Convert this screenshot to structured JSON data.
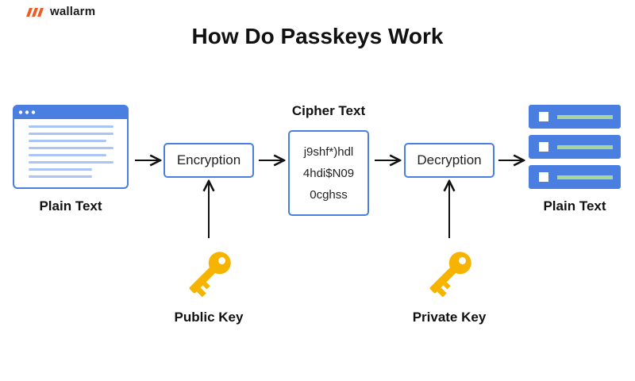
{
  "brand": {
    "name": "wallarm",
    "icon": "wallarm-logo-icon",
    "color": "#f15a22"
  },
  "title": "How Do Passkeys Work",
  "nodes": {
    "plain_text_left": {
      "label": "Plain Text",
      "icon": "browser-document-icon"
    },
    "encryption": {
      "label": "Encryption"
    },
    "cipher": {
      "label": "Cipher Text",
      "lines": [
        "j9shf*)hdl",
        "4hdi$N09",
        "0cghss"
      ]
    },
    "decryption": {
      "label": "Decryption"
    },
    "plain_text_right": {
      "label": "Plain Text",
      "icon": "server-stack-icon"
    },
    "public_key": {
      "label": "Public Key",
      "icon": "key-icon"
    },
    "private_key": {
      "label": "Private Key",
      "icon": "key-icon"
    }
  },
  "colors": {
    "accent_blue": "#4a7ee0",
    "line_blue": "#a9c4f5",
    "key_gold": "#f6b400",
    "server_bar": "#a9d59a"
  }
}
